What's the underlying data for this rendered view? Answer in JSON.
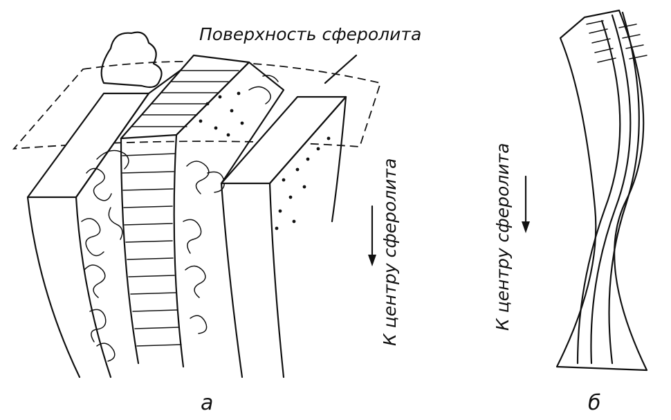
{
  "labels": {
    "surface": "Поверхность сферолита",
    "toward_center_a": "К центру сферолита",
    "toward_center_b": "К центру сферолита",
    "panel_a": "а",
    "panel_b": "б"
  },
  "colors": {
    "ink": "#111111",
    "paper": "#ffffff"
  }
}
